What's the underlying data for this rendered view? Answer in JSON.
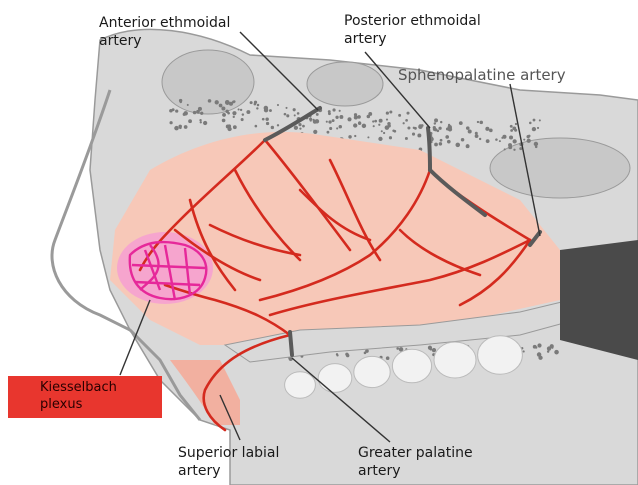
{
  "labels": {
    "anterior_ethmoidal": [
      "Anterior ethmoidal",
      "artery"
    ],
    "posterior_ethmoidal": [
      "Posterior ethmoidal",
      "artery"
    ],
    "sphenopalatine": "Sphenopalatine artery",
    "kiesselbach": [
      "Kiesselbach",
      "plexus"
    ],
    "superior_labial": [
      "Superior labial",
      "artery"
    ],
    "greater_palatine": [
      "Greater palatine",
      "artery"
    ]
  },
  "colors": {
    "bone": "#d9d9d9",
    "bone_outline": "#9a9a9a",
    "sinus": "#c8c8c8",
    "mucosa": "#f7c8b8",
    "septal_mucosa": "#f2b0a0",
    "artery": "#d42a1e",
    "vein_grey": "#5a5a5a",
    "plexus": "#e6289a",
    "plexus_glow": "#f59ad6",
    "kiesselbach_box": "#e8362e",
    "dark_tissue": "#4a4a4a",
    "teeth": "#f2f2f2"
  }
}
